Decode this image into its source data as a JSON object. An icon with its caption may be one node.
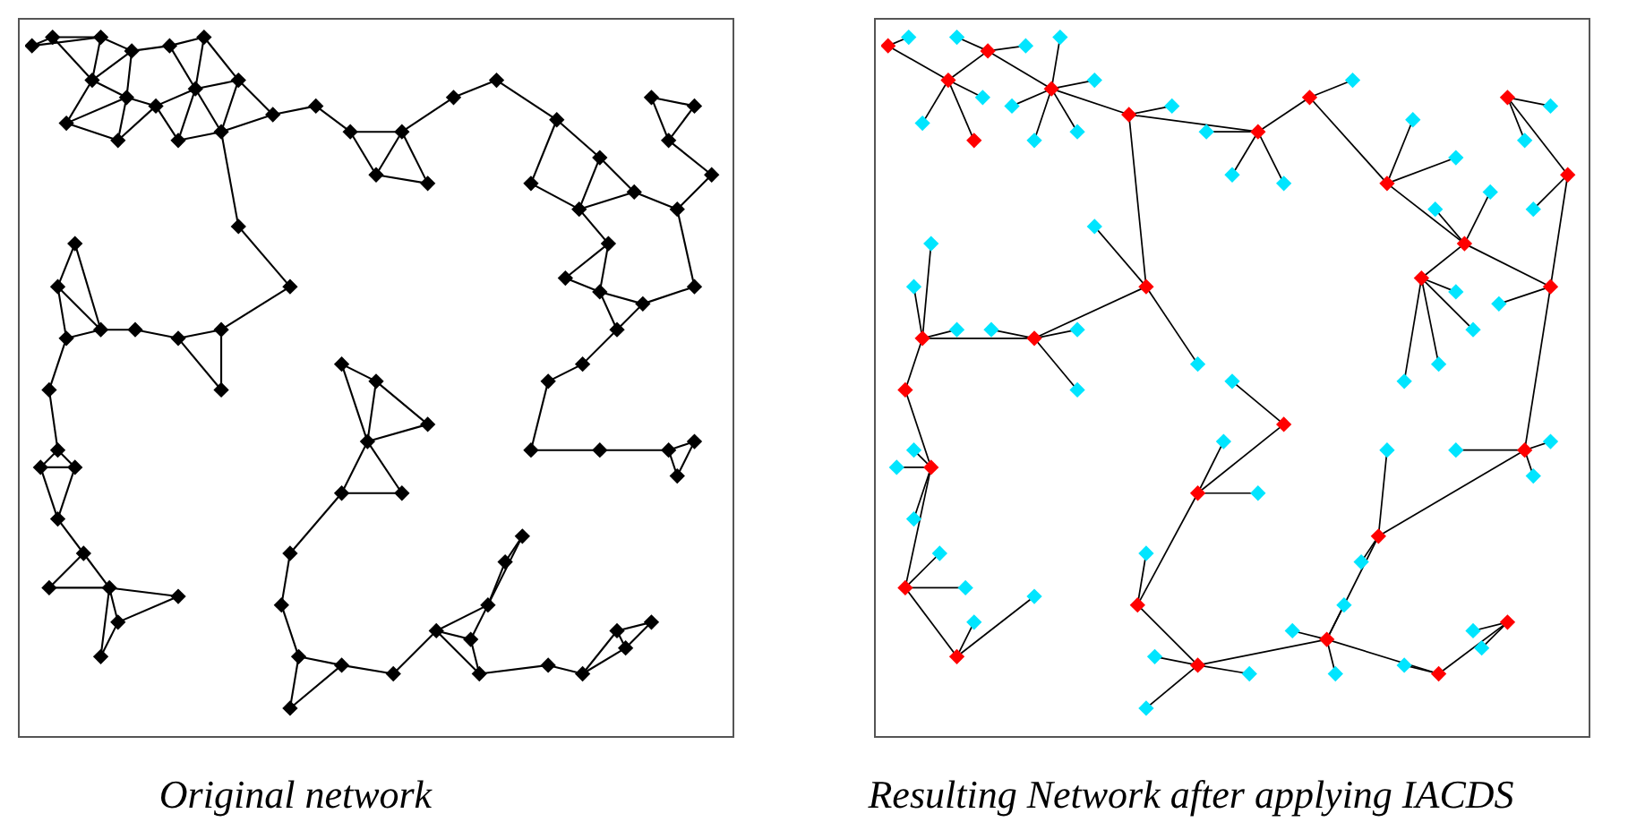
{
  "diagram": {
    "nodes": [
      {
        "text": [],
        "shape": "picture",
        "beside": [
          "Original network"
        ]
      },
      {
        "text": [],
        "shape": "picture",
        "beside": [
          "Resulting Network after applying IACDS"
        ]
      }
    ]
  }
}
